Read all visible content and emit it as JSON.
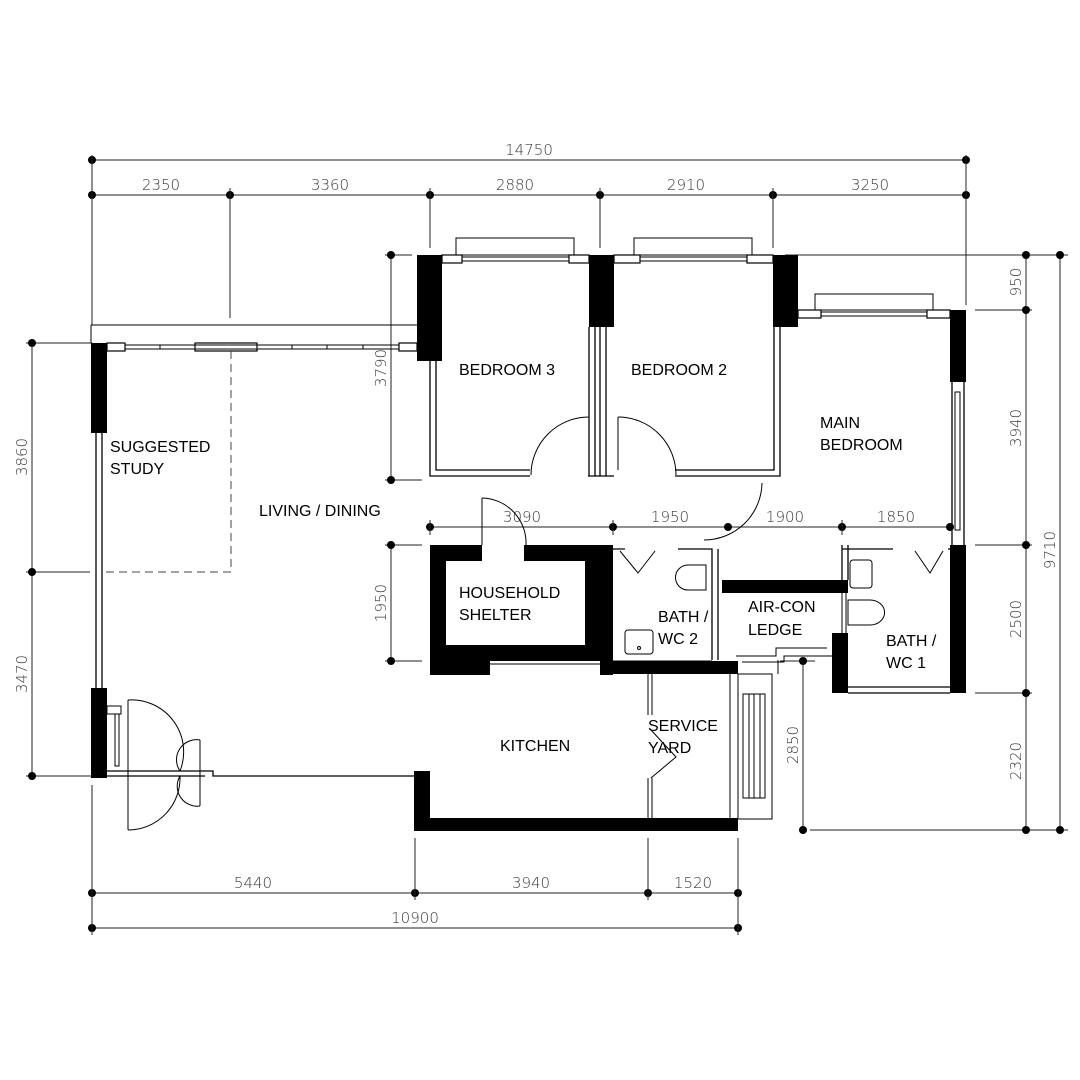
{
  "plan": {
    "rooms": {
      "bedroom3": "BEDROOM 3",
      "bedroom2": "BEDROOM 2",
      "main_bedroom_l1": "MAIN",
      "main_bedroom_l2": "BEDROOM",
      "study_l1": "SUGGESTED",
      "study_l2": "STUDY",
      "living": "LIVING / DINING",
      "shelter_l1": "HOUSEHOLD",
      "shelter_l2": "SHELTER",
      "bath2_l1": "BATH /",
      "bath2_l2": "WC 2",
      "aircon_l1": "AIR-CON",
      "aircon_l2": "LEDGE",
      "bath1_l1": "BATH /",
      "bath1_l2": "WC 1",
      "kitchen": "KITCHEN",
      "service_l1": "SERVICE",
      "service_l2": "YARD"
    },
    "dimensions": {
      "top_total": "14750",
      "top": [
        "2350",
        "3360",
        "2880",
        "2910",
        "3250"
      ],
      "bottom": [
        "5440",
        "3940",
        "1520"
      ],
      "bottom_total": "10900",
      "left": [
        "3860",
        "3470"
      ],
      "right": [
        "950",
        "3940",
        "2500",
        "2320"
      ],
      "right_total": "9710",
      "interior_h": [
        "3090",
        "1950",
        "1900",
        "1850"
      ],
      "bedroom3_height": "3790",
      "shelter_height": "1950",
      "service_height": "2850"
    }
  }
}
